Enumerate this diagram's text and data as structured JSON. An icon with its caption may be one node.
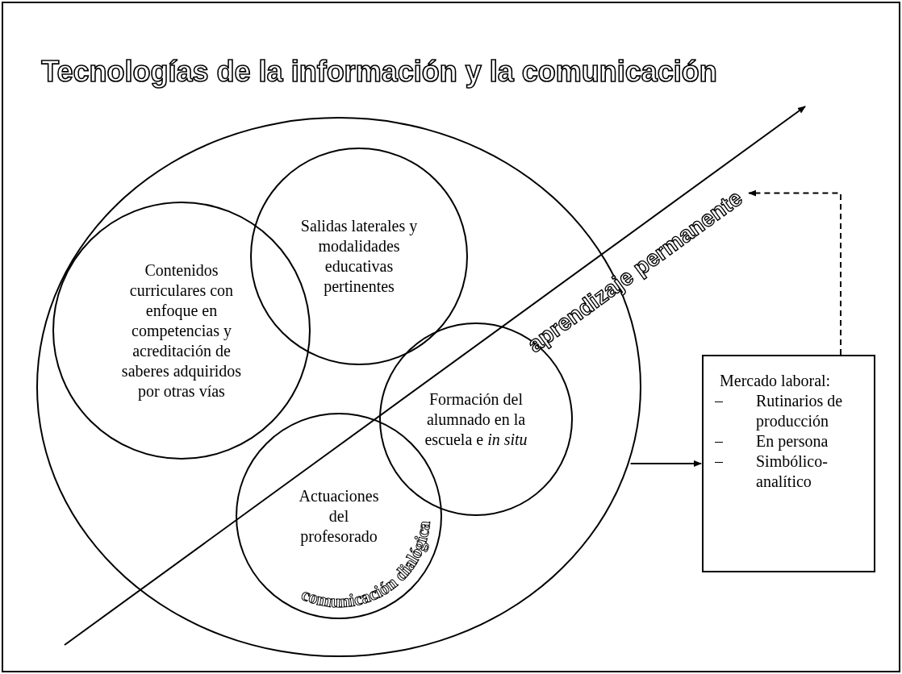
{
  "diagram": {
    "title": "Tecnologías de la información y la comunicación",
    "nodes": [
      {
        "text": [],
        "shape": "circle"
      },
      {
        "text": [
          "Salidas laterales y modalidades educativas pertinentes"
        ],
        "in": 0
      },
      {
        "text": [
          "Contenidos curriculares con enfoque en competencias y acreditación de saberes adquiridos por otras vías"
        ],
        "in": 0
      },
      {
        "text": [
          "Formación del alumnado en la escuela e *in situ*"
        ],
        "in": 0
      },
      {
        "text": [
          "Actuaciones del profesorado",
          "comunicación dialógica"
        ],
        "in": 0
      },
      {
        "text": [
          "Mercado laboral:",
          "Rutinarios de producción",
          "En persona",
          "Simbólico-analítico"
        ]
      },
      {
        "text": [
          "aprendizaje permanente"
        ]
      }
    ],
    "edges": [
      {
        "from": 0,
        "to": 5,
        "arrow": "to"
      },
      {
        "from": 5,
        "to": 6,
        "arrow": "to",
        "style": "dashed"
      }
    ]
  }
}
